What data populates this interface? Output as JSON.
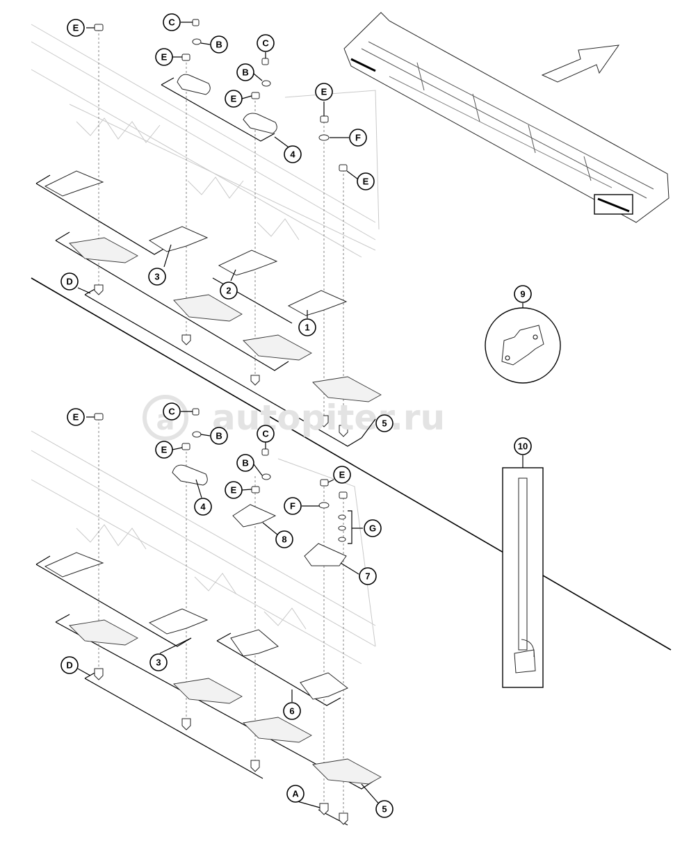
{
  "watermark": {
    "text": "autopiter.ru",
    "logo_text": "a"
  },
  "callouts": {
    "part_1": "1",
    "part_2": "2",
    "part_3_top": "3",
    "part_3_bottom": "3",
    "part_4_top_a": "4",
    "part_4_bottom": "4",
    "part_5_top": "5",
    "part_5_bottom": "5",
    "part_6": "6",
    "part_7": "7",
    "part_8": "8",
    "part_9": "9",
    "part_10": "10",
    "a": "A",
    "b1": "B",
    "b2": "B",
    "b3": "B",
    "b4": "B",
    "c1": "C",
    "c2": "C",
    "c3": "C",
    "c4": "C",
    "d1": "D",
    "d2": "D",
    "e1": "E",
    "e2": "E",
    "e3": "E",
    "e4": "E",
    "e5": "E",
    "e6": "E",
    "e7": "E",
    "e8": "E",
    "e9": "E",
    "f1": "F",
    "f2": "F",
    "g": "G"
  },
  "icons": {
    "direction_arrow": "arrow-icon",
    "header_frame": "header-frame-illustration"
  },
  "colors": {
    "line": "#000000",
    "ghost": "#c8c8c8",
    "watermark": "#e3e3e3"
  }
}
